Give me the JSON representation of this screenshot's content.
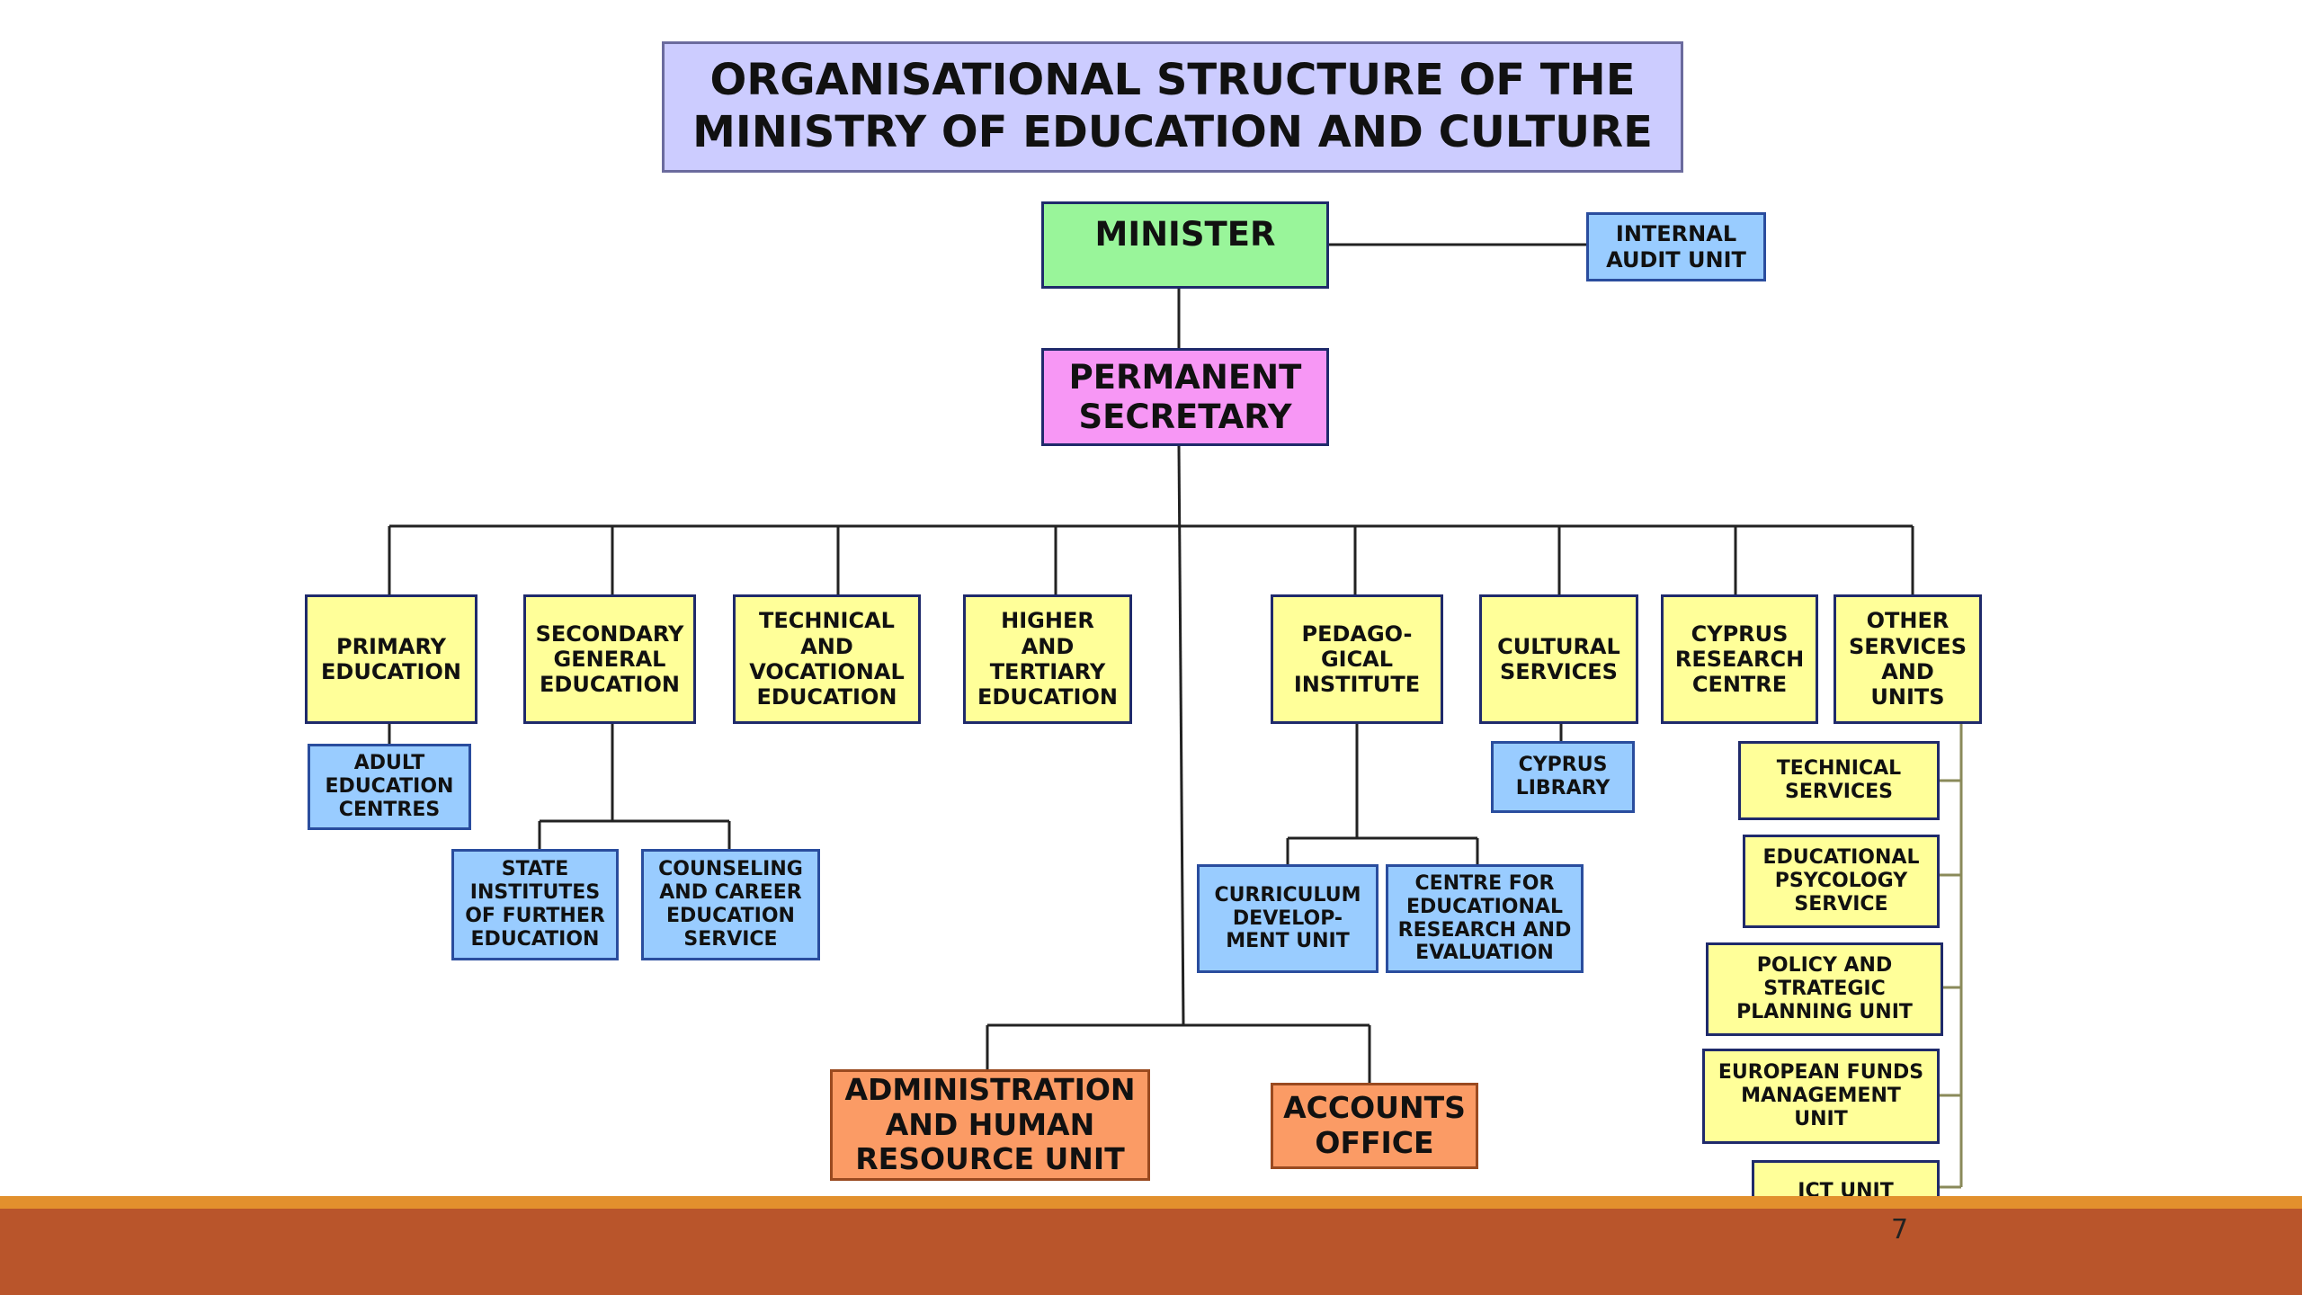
{
  "title": "ORGANISATIONAL STRUCTURE OF THE\nMINISTRY OF EDUCATION AND CULTURE",
  "minister": "MINISTER",
  "internal_audit": "INTERNAL\nAUDIT UNIT",
  "permanent_secretary": "PERMANENT\nSECRETARY",
  "departments": {
    "primary": "PRIMARY\nEDUCATION",
    "secondary": "SECONDARY\nGENERAL\nEDUCATION",
    "technical_vocational": "TECHNICAL\nAND\nVOCATIONAL\nEDUCATION",
    "higher_tertiary": "HIGHER\nAND\nTERTIARY\nEDUCATION",
    "pedagogical": "PEDAGO-\nGICAL\nINSTITUTE",
    "cultural": "CULTURAL\nSERVICES",
    "cyprus_research": "CYPRUS\nRESEARCH\nCENTRE",
    "other_services": "OTHER\nSERVICES\nAND\nUNITS"
  },
  "sub_units": {
    "adult_education": "ADULT\nEDUCATION\nCENTRES",
    "state_institutes": "STATE\nINSTITUTES\nOF FURTHER\nEDUCATION",
    "counseling": "COUNSELING\nAND CAREER\nEDUCATION\nSERVICE",
    "curriculum": "CURRICULUM\nDEVELOP-\nMENT UNIT",
    "educational_research": "CENTRE FOR\nEDUCATIONAL\nRESEARCH AND\nEVALUATION",
    "cyprus_library": "CYPRUS\nLIBRARY"
  },
  "other_units": {
    "technical_services": "TECHNICAL\nSERVICES",
    "psychology": "EDUCATIONAL\nPSYCOLOGY\nSERVICE",
    "policy": "POLICY AND\nSTRATEGIC\nPLANNING UNIT",
    "european_funds": "EUROPEAN FUNDS\nMANAGEMENT\nUNIT",
    "ict": "ICT UNIT"
  },
  "admin_hr": "ADMINISTRATION\nAND HUMAN\nRESOURCE UNIT",
  "accounts": "ACCOUNTS\nOFFICE",
  "page_number": "7"
}
